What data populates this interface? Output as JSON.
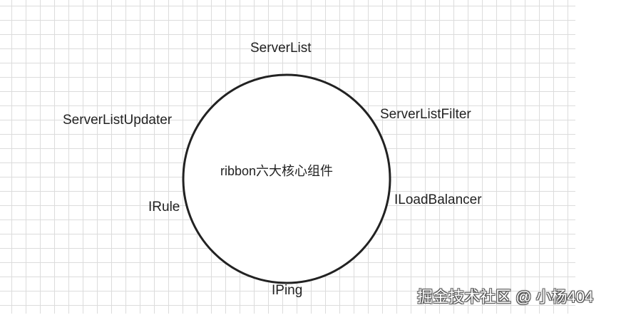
{
  "diagram": {
    "center_label": "ribbon六大核心组件",
    "nodes": {
      "top": "ServerList",
      "upper_left": "ServerListUpdater",
      "upper_right": "ServerListFilter",
      "left": "IRule",
      "right": "ILoadBalancer",
      "bottom": "IPing"
    }
  },
  "watermark": "掘金技术社区 @ 小杨404",
  "colors": {
    "grid": "#dcdcdc",
    "circle_stroke": "#222222",
    "text": "#222222",
    "background": "#ffffff"
  }
}
